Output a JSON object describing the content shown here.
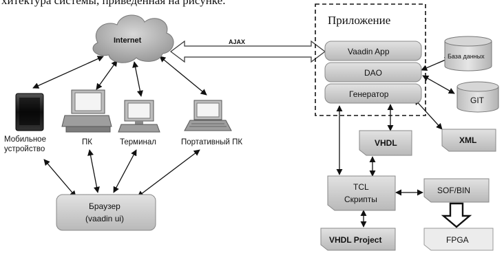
{
  "caption": "хитектура системы, приведенная на рисунке.",
  "app_group_label": "Приложение",
  "internet_label": "Internet",
  "ajax_label": "AJAX",
  "app_layers": {
    "vaadin_app": "Vaadin App",
    "dao": "DAO",
    "generator": "Генератор"
  },
  "storage": {
    "database": "База данных",
    "git": "GIT"
  },
  "files": {
    "xml": "XML",
    "vhdl": "VHDL",
    "tcl_line1": "TCL",
    "tcl_line2": "Скрипты",
    "sof_bin": "SOF/BIN",
    "vhdl_project": "VHDL Project",
    "fpga": "FPGA"
  },
  "devices": {
    "mobile_line1": "Мобильное",
    "mobile_line2": "устройство",
    "pc": "ПК",
    "terminal": "Терминал",
    "laptop": "Портативный ПК"
  },
  "browser": {
    "line1": "Браузер",
    "line2": "(vaadin ui)"
  },
  "colors": {
    "box_fill": "#c9c9c9",
    "box_top": "#dedede",
    "box_stroke": "#888888",
    "monitor_fill": "#bdbdbd",
    "screen_fill": "#f2f2f2",
    "line": "#111111"
  }
}
